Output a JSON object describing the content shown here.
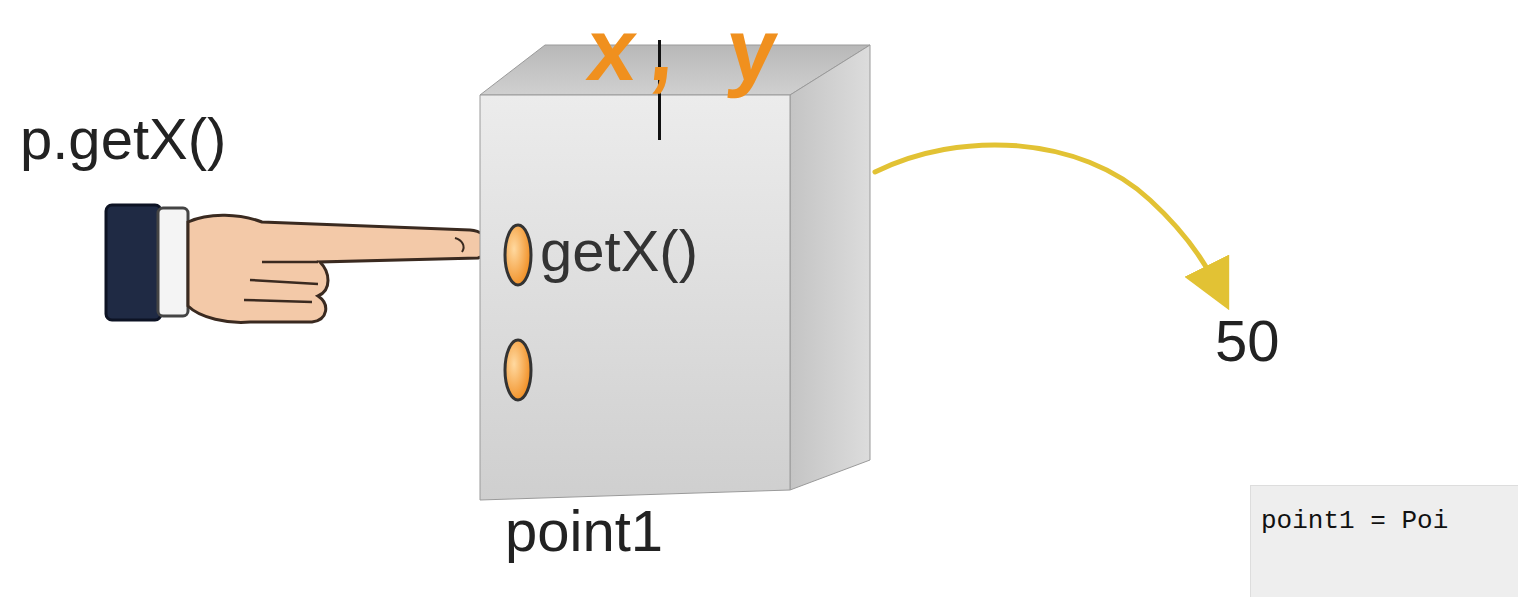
{
  "diagram": {
    "nodes": [
      {
        "text": [
          "x, y",
          "getX()",
          "point1"
        ]
      },
      {
        "text": [
          "point1 = Poi"
        ]
      }
    ],
    "labels": [
      "p.getX()",
      "50"
    ]
  }
}
